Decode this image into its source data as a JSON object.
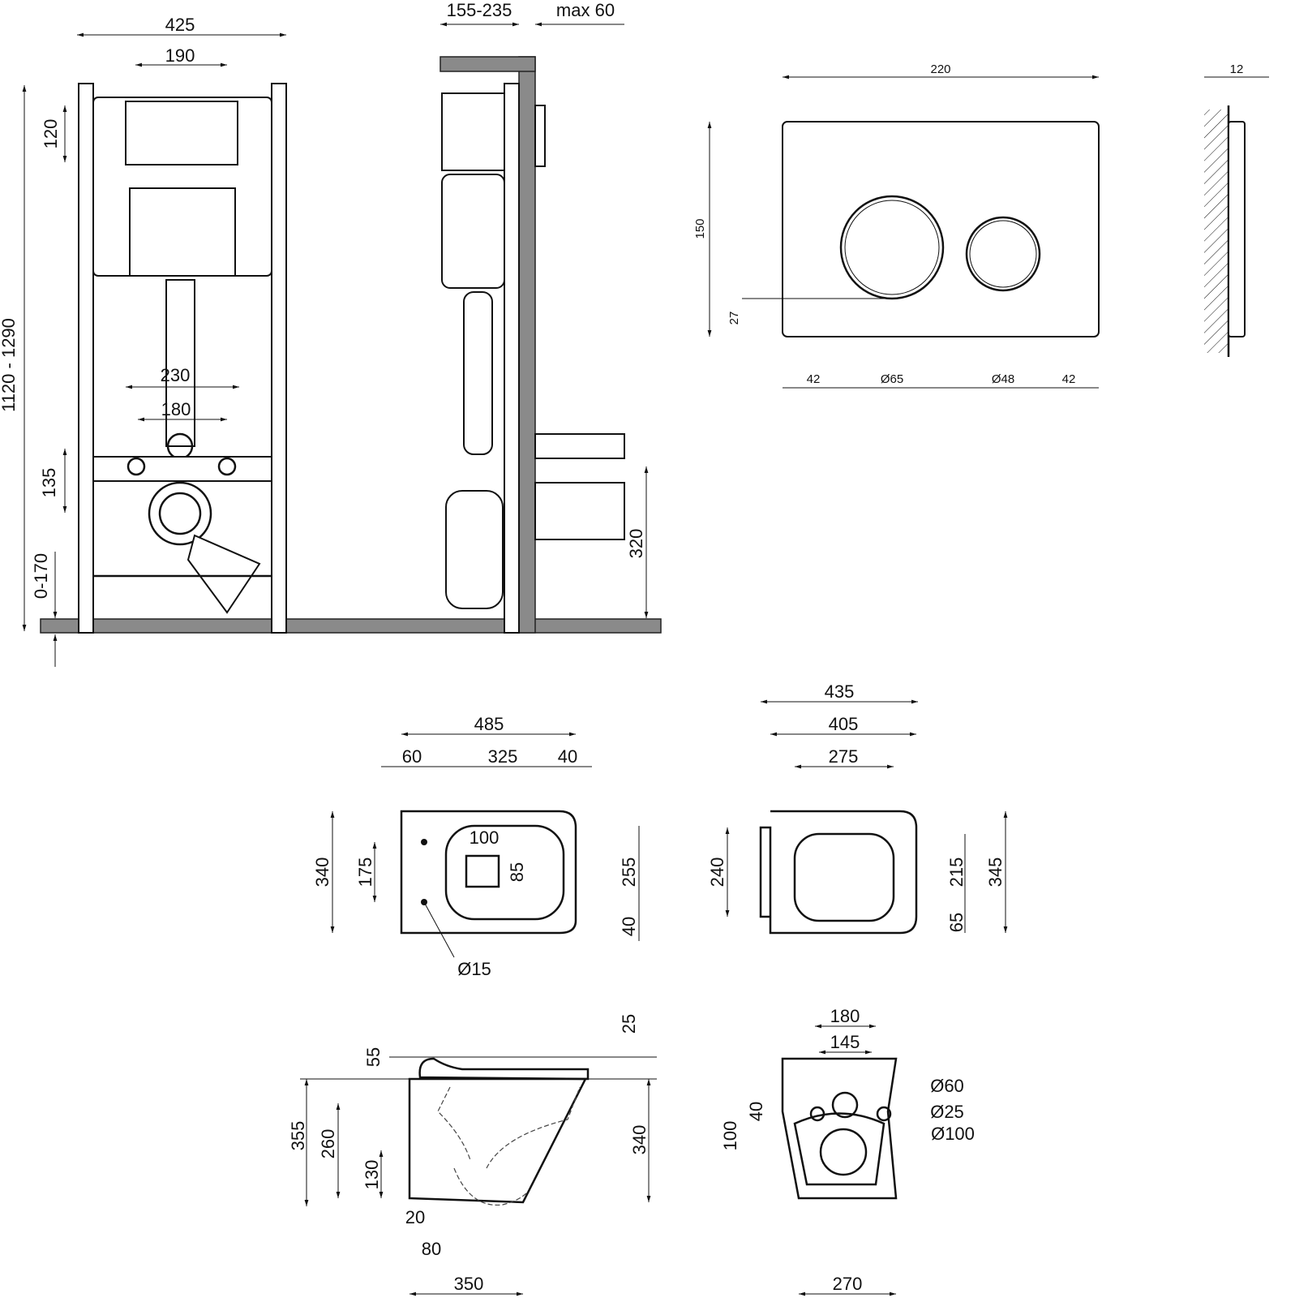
{
  "frame_front": {
    "width": "425",
    "flush_width": "190",
    "flush_height": "120",
    "height": "1120 - 1290",
    "stud_outer": "230",
    "stud_inner": "180",
    "pipe_offset": "135",
    "floor_adjust": "0-170"
  },
  "frame_side": {
    "depth": "155-235",
    "wall": "max 60",
    "outlet_height": "320"
  },
  "flush_plate": {
    "width": "220",
    "thickness": "12",
    "height": "150",
    "button_offset": "27",
    "left_margin": "42",
    "big_button": "Ø65",
    "small_button": "Ø48",
    "right_margin": "42"
  },
  "bowl_top": {
    "length": "485",
    "d60": "60",
    "d325": "325",
    "d40": "40",
    "width": "340",
    "holes": "175",
    "opening_w": "100",
    "opening_h": "85",
    "inner": "255",
    "rim": "40",
    "hole_dia": "Ø15"
  },
  "seat_top": {
    "outer": "435",
    "mid": "405",
    "inner": "275",
    "back_h": "240",
    "inner_h": "215",
    "outer_h": "345",
    "rim": "65"
  },
  "bowl_side": {
    "seat": "25",
    "lid": "55",
    "height": "355",
    "h260": "260",
    "h130": "130",
    "height_back": "340",
    "d20": "20",
    "d80": "80",
    "length": "350"
  },
  "bowl_back": {
    "outer": "180",
    "inner": "145",
    "d60": "Ø60",
    "d40": "40",
    "d25": "Ø25",
    "d100": "100",
    "outlet": "Ø100",
    "width": "270"
  }
}
